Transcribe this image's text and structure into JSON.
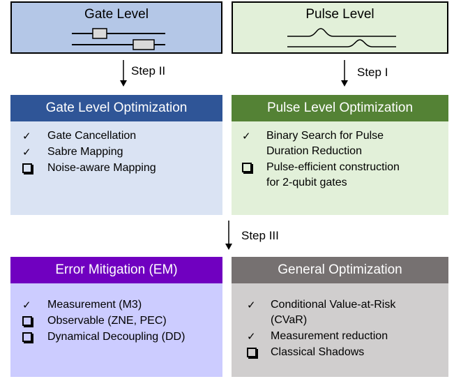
{
  "gate_level": {
    "title": "Gate Level"
  },
  "pulse_level": {
    "title": "Pulse Level"
  },
  "steps": {
    "step2": "Step II",
    "step1": "Step I",
    "step3": "Step III"
  },
  "gate_opt": {
    "header": "Gate Level Optimization",
    "items": [
      {
        "mark": "check",
        "lines": [
          "Gate Cancellation"
        ]
      },
      {
        "mark": "check",
        "lines": [
          "Sabre Mapping"
        ]
      },
      {
        "mark": "box",
        "lines": [
          "Noise-aware Mapping"
        ]
      }
    ]
  },
  "pulse_opt": {
    "header": "Pulse Level Optimization",
    "items": [
      {
        "mark": "check",
        "lines": [
          "Binary Search for Pulse",
          "Duration Reduction"
        ]
      },
      {
        "mark": "box",
        "lines": [
          "Pulse-efficient construction",
          "for 2-qubit gates"
        ]
      }
    ]
  },
  "em": {
    "header": "Error Mitigation (EM)",
    "items": [
      {
        "mark": "check",
        "lines": [
          "Measurement (M3)"
        ]
      },
      {
        "mark": "box",
        "lines": [
          "Observable (ZNE, PEC)"
        ]
      },
      {
        "mark": "box",
        "lines": [
          "Dynamical Decoupling (DD)"
        ]
      }
    ]
  },
  "general_opt": {
    "header": "General Optimization",
    "items": [
      {
        "mark": "check",
        "lines": [
          "Conditional Value-at-Risk",
          "(CVaR)"
        ]
      },
      {
        "mark": "check",
        "lines": [
          "Measurement reduction"
        ]
      },
      {
        "mark": "box",
        "lines": [
          "Classical Shadows"
        ]
      }
    ]
  },
  "colors": {
    "gate_level_bg": "#b4c7e7",
    "pulse_level_bg": "#e2f0d9",
    "gate_opt_header": "#2f5597",
    "gate_opt_body": "#dae3f3",
    "pulse_opt_header": "#548235",
    "pulse_opt_body": "#e2f0d9",
    "em_header": "#7000c0",
    "em_body": "#ccccff",
    "general_header": "#767171",
    "general_body": "#d0cece"
  }
}
